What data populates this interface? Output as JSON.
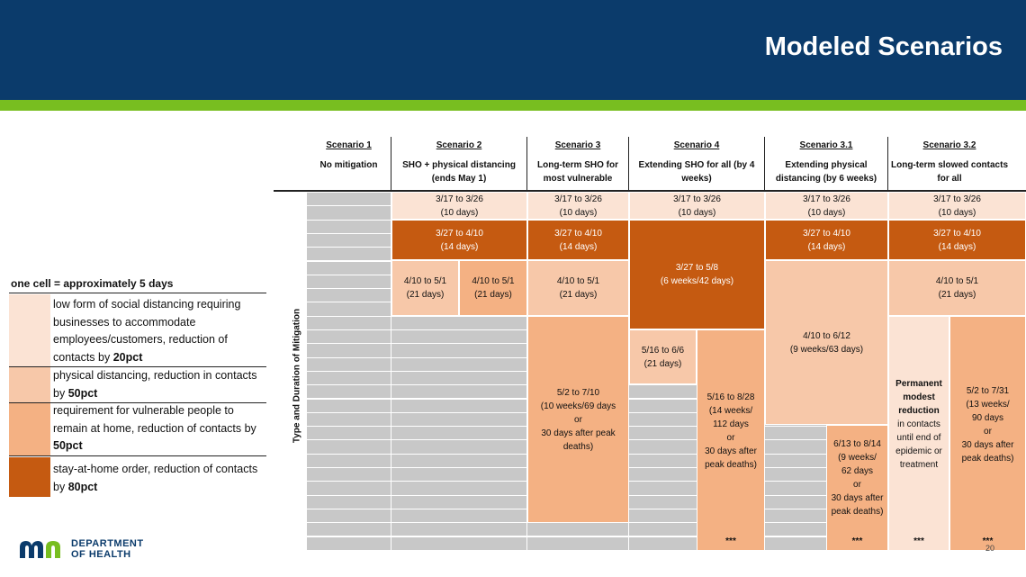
{
  "title": "Modeled Scenarios",
  "axis_label": "Type and Duration of Mitigation",
  "scenarios": [
    {
      "name": "Scenario 1",
      "desc": "No mitigation"
    },
    {
      "name": "Scenario 2",
      "desc": "SHO + physical distancing (ends May 1)"
    },
    {
      "name": "Scenario 3",
      "desc": "Long-term SHO for most vulnerable"
    },
    {
      "name": "Scenario 4",
      "desc": "Extending SHO for all (by 4 weeks)"
    },
    {
      "name": "Scenario 3.1",
      "desc": "Extending physical distancing (by 6 weeks)"
    },
    {
      "name": "Scenario 3.2",
      "desc": "Long-term slowed contacts for all"
    }
  ],
  "cells": {
    "s2_a": [
      "3/17 to 3/26",
      "(10 days)"
    ],
    "s2_b": [
      "3/27 to 4/10",
      "(14 days)"
    ],
    "s2_c1": [
      "4/10 to 5/1",
      "(21 days)"
    ],
    "s2_c2": [
      "4/10 to 5/1",
      "(21 days)"
    ],
    "s3_a": [
      "3/17 to 3/26",
      "(10 days)"
    ],
    "s3_b": [
      "3/27 to 4/10",
      "(14 days)"
    ],
    "s3_c": [
      "4/10 to 5/1",
      "(21 days)"
    ],
    "s3_d": [
      "5/2 to 7/10",
      "(10 weeks/69 days",
      "or",
      "30 days after peak",
      "deaths)"
    ],
    "s4_a": [
      "3/17 to 3/26",
      "(10 days)"
    ],
    "s4_b": [
      "3/27 to 5/8",
      "(6 weeks/42 days)"
    ],
    "s4_c1": [
      "5/16 to 6/6",
      "(21 days)"
    ],
    "s4_c2": [
      "5/16 to 8/28",
      "(14 weeks/",
      "112 days",
      "or",
      "30 days after",
      "peak deaths)"
    ],
    "s4_stars": "***",
    "s31_a": [
      "3/17 to 3/26",
      "(10 days)"
    ],
    "s31_b": [
      "3/27 to 4/10",
      "(14 days)"
    ],
    "s31_c": [
      "4/10 to 6/12",
      "(9 weeks/63 days)"
    ],
    "s31_d": [
      "6/13 to 8/14",
      "(9 weeks/",
      "62 days",
      "or",
      "30 days after",
      "peak deaths)"
    ],
    "s31_stars": "***",
    "s32_a": [
      "3/17 to 3/26",
      "(10 days)"
    ],
    "s32_b": [
      "3/27 to 4/10",
      "(14 days)"
    ],
    "s32_c": [
      "4/10 to 5/1",
      "(21 days)"
    ],
    "s32_d1_bold": [
      "Permanent",
      "modest",
      "reduction"
    ],
    "s32_d1": [
      "in contacts",
      "until end of",
      "epidemic or",
      "treatment"
    ],
    "s32_d2": [
      "5/2 to 7/31",
      "(13 weeks/",
      "90 days",
      "or",
      "30 days after",
      "peak deaths)"
    ],
    "s32_stars1": "***",
    "s32_stars2": "***"
  },
  "legend": {
    "title": "one cell = approximately 5 days",
    "items": [
      {
        "text": "low form of social distancing requiring businesses to accommodate employees/customers, reduction of contacts by ",
        "bold": "20pct",
        "color": "#fbe3d4"
      },
      {
        "text": "physical distancing, reduction in contacts by ",
        "bold": "50pct",
        "color": "#f7c8a9"
      },
      {
        "text": "requirement for vulnerable people to remain at home, reduction of contacts by ",
        "bold": "50pct",
        "color": "#f4b183"
      },
      {
        "text": "stay-at-home order, reduction of contacts by ",
        "bold": "80pct",
        "color": "#c55a11"
      }
    ]
  },
  "logo": {
    "line1": "DEPARTMENT",
    "line2": "OF HEALTH"
  },
  "page_number": "20"
}
